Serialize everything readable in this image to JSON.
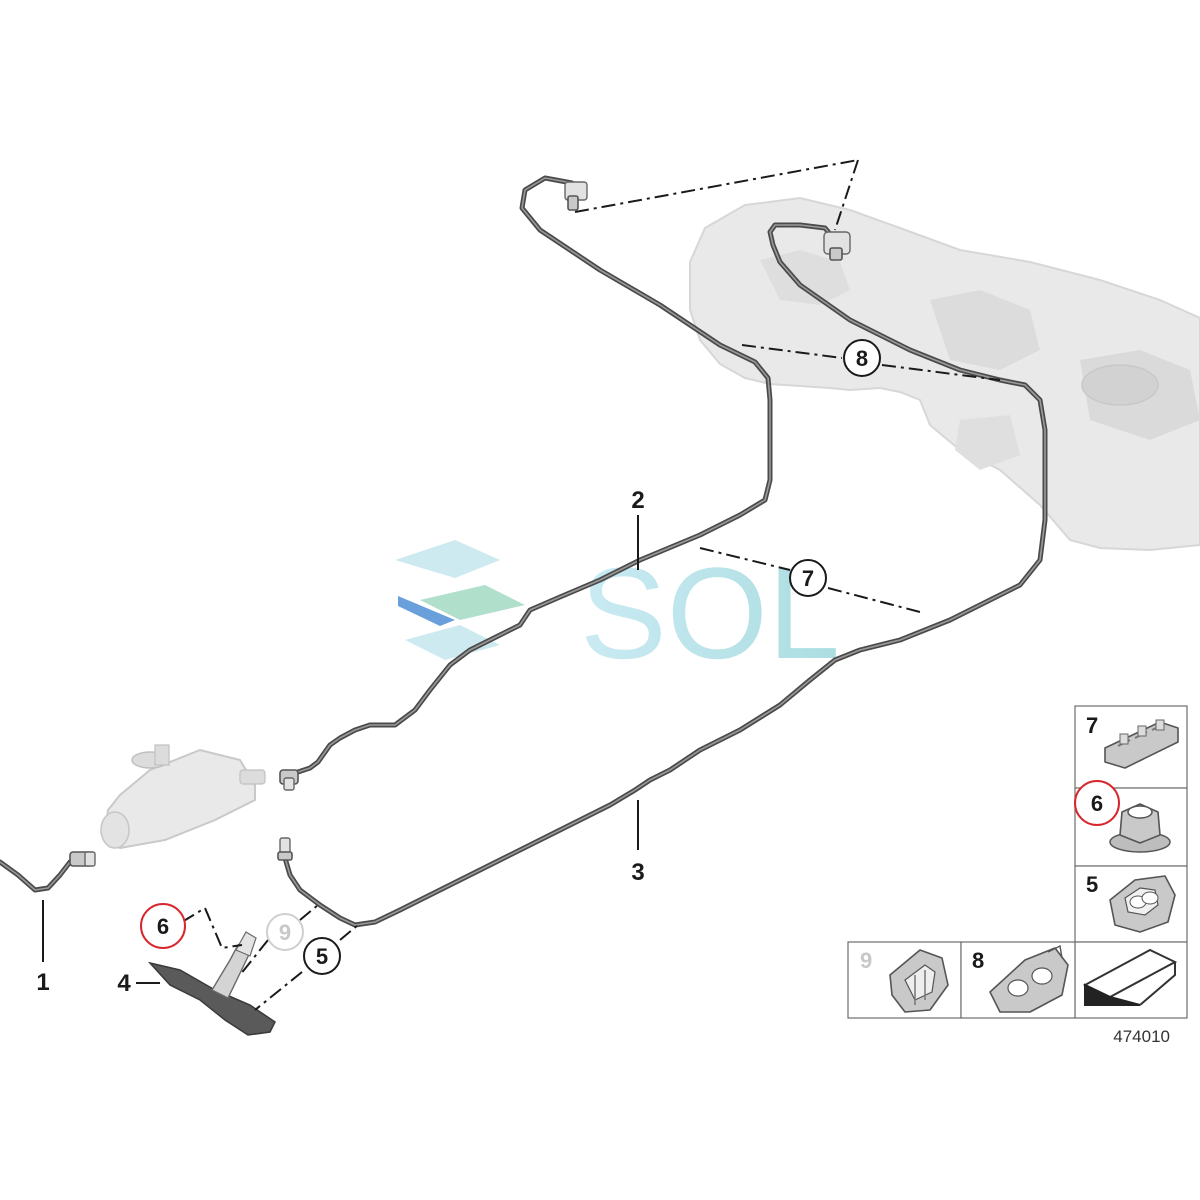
{
  "watermark": {
    "text": "SOL"
  },
  "diagram_id": "474010",
  "callouts": {
    "c1": "1",
    "c2": "2",
    "c3": "3",
    "c4": "4",
    "c5": "5",
    "c6": "6",
    "c7": "7",
    "c8": "8",
    "c9": "9"
  },
  "legend": {
    "l7": "7",
    "l6": "6",
    "l5": "5",
    "l9": "9",
    "l8": "8"
  },
  "colors": {
    "highlight_ring": "#d8262c",
    "watermark_teal": "#8fd3d6",
    "watermark_blue": "#4f8ed4",
    "pipe": "#4a4a4a"
  }
}
